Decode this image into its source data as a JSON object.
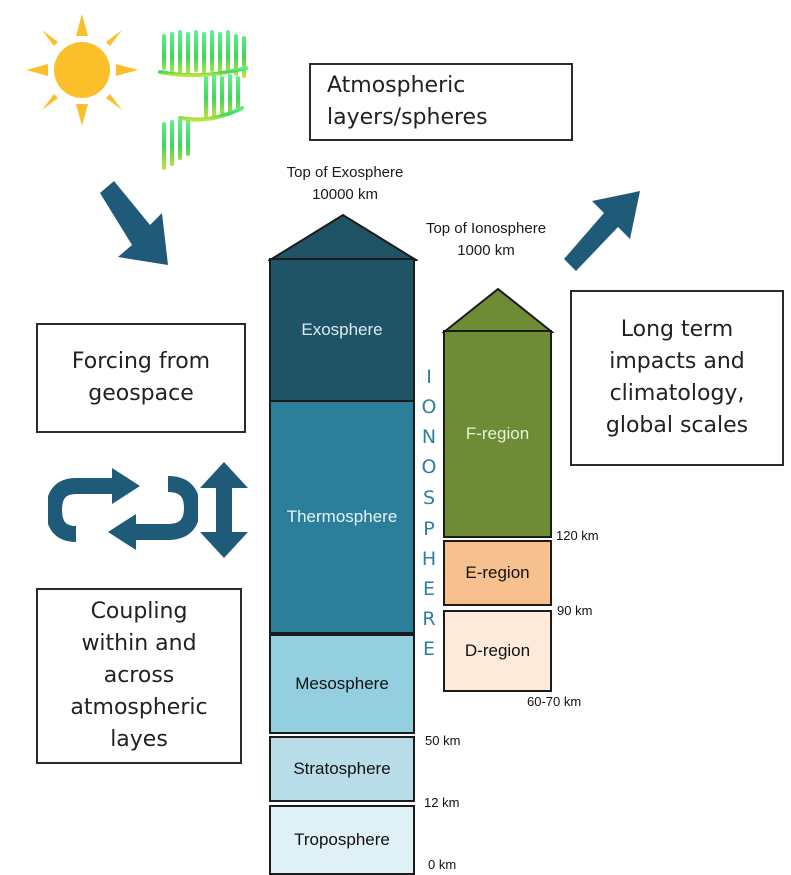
{
  "title_box": "Atmospheric\nlayers/spheres",
  "forcing_box": "Forcing from\ngeospace",
  "longterm_box": "Long term\nimpacts and\nclimatology,\nglobal scales",
  "coupling_box": "Coupling\nwithin and\nacross\natmospheric\nlayes",
  "top_exosphere": "Top of Exosphere\n10000 km",
  "top_ionosphere": "Top of Ionosphere\n1000 km",
  "ionosphere_letters": [
    "I",
    "O",
    "N",
    "O",
    "S",
    "P",
    "H",
    "E",
    "R",
    "E"
  ],
  "layers": [
    {
      "label": "Exosphere",
      "color": "#1f5466"
    },
    {
      "label": "Thermosphere",
      "color": "#2b7f9b"
    },
    {
      "label": "Mesosphere",
      "color": "#94cfe0"
    },
    {
      "label": "Stratosphere",
      "color": "#b8dde8"
    },
    {
      "label": "Troposphere",
      "color": "#dff0f6"
    }
  ],
  "regions": [
    {
      "label": "F-region",
      "color": "#6e8c36"
    },
    {
      "label": "E-region",
      "color": "#f6c18f"
    },
    {
      "label": "D-region",
      "color": "#fdeadb"
    }
  ],
  "altitudes": {
    "a120": "120 km",
    "a90": "90 km",
    "a6070": "60-70 km",
    "a50": "50 km",
    "a12": "12 km",
    "a0": "0 km"
  },
  "icons": [
    "sun-icon",
    "aurora-icon",
    "arrow-down-right-icon",
    "arrow-up-right-icon",
    "cycle-arrows-icon",
    "double-vertical-arrow-icon"
  ],
  "colors": {
    "arrow": "#1f5a78",
    "ionosphere_text": "#2f7f9f"
  }
}
